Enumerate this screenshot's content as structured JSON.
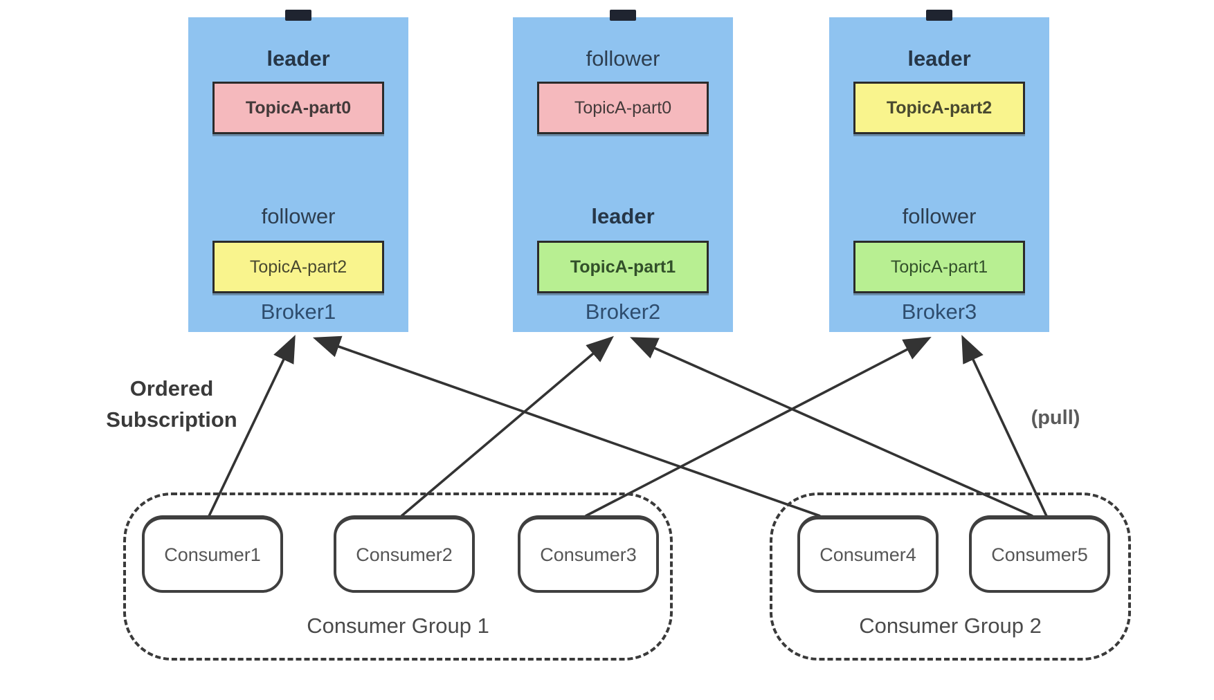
{
  "brokers": [
    {
      "name": "Broker1",
      "slot1": {
        "role": "leader",
        "partition": "TopicA-part0"
      },
      "slot2": {
        "role": "follower",
        "partition": "TopicA-part2"
      }
    },
    {
      "name": "Broker2",
      "slot1": {
        "role": "follower",
        "partition": "TopicA-part0"
      },
      "slot2": {
        "role": "leader",
        "partition": "TopicA-part1"
      }
    },
    {
      "name": "Broker3",
      "slot1": {
        "role": "leader",
        "partition": "TopicA-part2"
      },
      "slot2": {
        "role": "follower",
        "partition": "TopicA-part1"
      }
    }
  ],
  "groups": [
    {
      "label": "Consumer Group 1",
      "consumers": [
        "Consumer1",
        "Consumer2",
        "Consumer3"
      ]
    },
    {
      "label": "Consumer Group 2",
      "consumers": [
        "Consumer4",
        "Consumer5"
      ]
    }
  ],
  "annotations": {
    "ordered": "Ordered",
    "subscription": "Subscription",
    "pull": "(pull)"
  },
  "colors": {
    "broker_fill": "#8fc3f0",
    "partition_pink": "#f5b9bd",
    "partition_yellow": "#f9f48d",
    "partition_green": "#b8ef92",
    "arrow": "#333333"
  }
}
